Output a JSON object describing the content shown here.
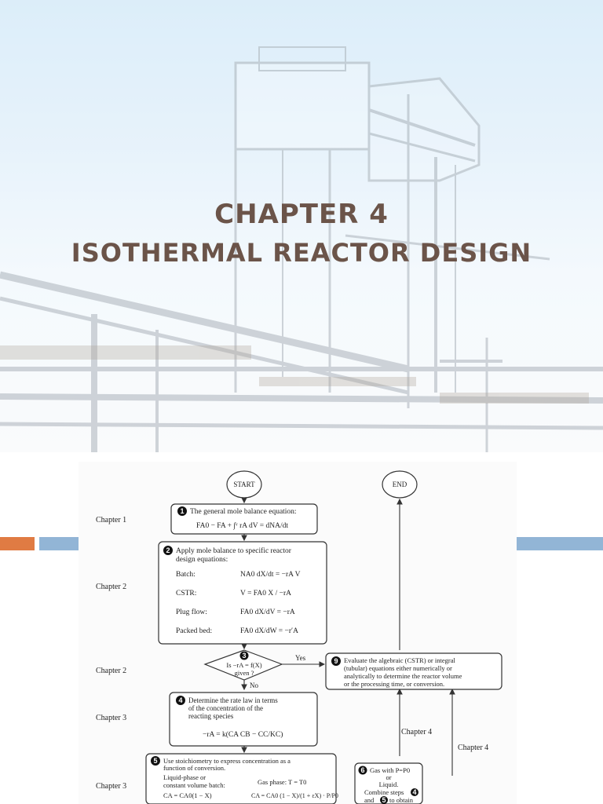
{
  "slide": {
    "title_line1": "CHAPTER 4",
    "title_line2": "ISOTHERMAL REACTOR DESIGN",
    "title_color": "#6b5449",
    "accent_orange": "#e07b43",
    "accent_blue": "#92b5d6"
  },
  "flowchart": {
    "start_label": "START",
    "end_label": "END",
    "chapter_labels": {
      "step1": "Chapter 1",
      "step2": "Chapter 2",
      "step3": "Chapter 2",
      "step4": "Chapter 3",
      "step5": "Chapter 3",
      "right_inner": "Chapter 4",
      "right_outer": "Chapter 4"
    },
    "step1": {
      "number": "1",
      "heading": "The general mole balance equation:",
      "equation": "FA0 − FA + ∫ᵛ rA dV = dNA/dt"
    },
    "step2": {
      "number": "2",
      "heading_line1": "Apply mole balance to specific reactor",
      "heading_line2": "design equations:",
      "rows": [
        {
          "label": "Batch:",
          "equation": "NA0 dX/dt = −rA V"
        },
        {
          "label": "CSTR:",
          "equation": "V = FA0 X / −rA"
        },
        {
          "label": "Plug flow:",
          "equation": "FA0 dX/dV = −rA"
        },
        {
          "label": "Packed bed:",
          "equation": "FA0 dX/dW = −r′A"
        }
      ]
    },
    "step3": {
      "number": "3",
      "question_line1": "Is −rA = f(X)",
      "question_line2": "given ?",
      "yes_label": "Yes",
      "no_label": "No"
    },
    "step4": {
      "number": "4",
      "heading_line1": "Determine the rate law in terms",
      "heading_line2": "of the concentration of the",
      "heading_line3": "reacting species",
      "equation": "−rA = k(CA CB − CC/KC)"
    },
    "step5": {
      "number": "5",
      "heading_line1": "Use stoichiometry to express concentration as a",
      "heading_line2": "function of conversion.",
      "liquid_line1": "Liquid-phase or",
      "liquid_line2": "constant volume batch:",
      "liquid_equation": "CA = CA0(1 − X)",
      "gas_label": "Gas phase:  T = T0",
      "gas_equation": "CA = CA0 (1 − X)/(1 + εX) · P/P0"
    },
    "step6": {
      "number": "6",
      "line1": "Gas with P=P0",
      "line2": "or",
      "line3": "Liquid.",
      "line4": "Combine steps",
      "line5": "and",
      "line6": "to obtain"
    },
    "step9": {
      "number": "9",
      "line1": "Evaluate the algebraic (CSTR) or integral",
      "line2": "(tubular) equations either numerically or",
      "line3": "analytically to determine the reactor volume",
      "line4": "or the processing time, or conversion."
    }
  }
}
